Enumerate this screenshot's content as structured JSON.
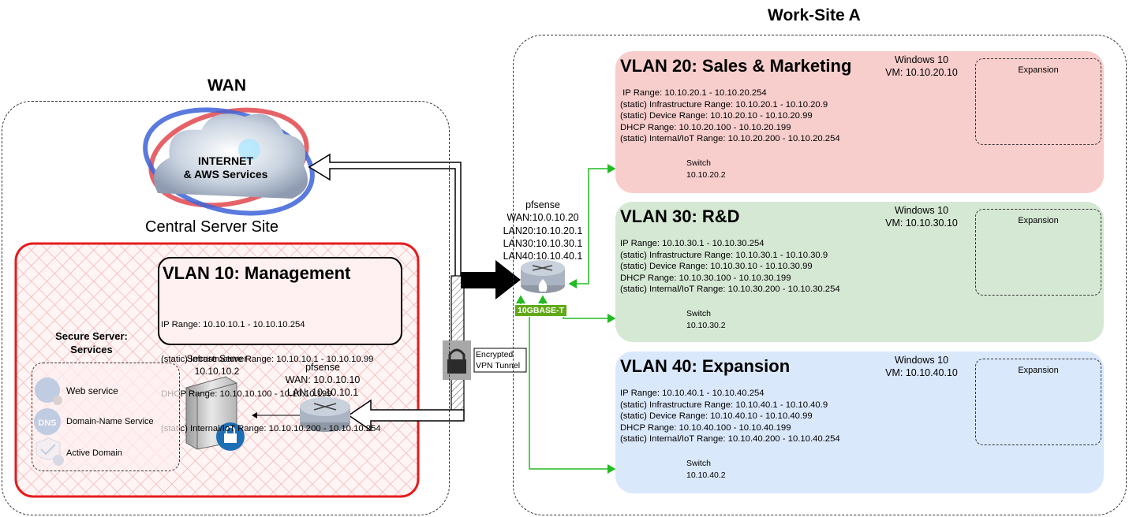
{
  "wan": {
    "title": "WAN",
    "internet_label": "INTERNET\n& AWS Services",
    "central_label": "Central Server Site",
    "vlan10": {
      "title": "VLAN 10: Management",
      "lines": [
        "IP Range: 10.10.10.1 - 10.10.10.254",
        "(static) Infrastructure Range: 10.10.10.1 - 10.10.10.99",
        "DHCP Range: 10.10.10.100 - 10.10.10.199",
        "(static) Internal/IoT Range: 10.10.10.200 - 10.10.10.254"
      ]
    },
    "services": {
      "title": "Secure Server:\nServices",
      "items": [
        "Web service",
        "Domain-Name Service",
        "Active Domain"
      ]
    },
    "secure_server": "Secure Server\n10.10.10.2",
    "pfsense_local": "pfsense\nWAN: 10.0.10.10\nLAN: 10.10.10.1"
  },
  "vpn_label": "Encrypted\nVPN Tunnel",
  "pfsense_main": {
    "label": "pfsense\nWAN:10.0.10.20\nLAN20:10.10.20.1\nLAN30:10.10.30.1\nLAN40:10.10.40.1",
    "badge": "10GBASE-T"
  },
  "worksite": {
    "title": "Work-Site A",
    "vlans": [
      {
        "title": "VLAN 20: Sales & Marketing",
        "lines": [
          " IP Range: 10.10.20.1 - 10.10.20.254",
          "(static) Infrastructure Range: 10.10.20.1 - 10.10.20.9",
          "(static) Device Range: 10.10.20.10 - 10.10.20.99",
          "DHCP Range: 10.10.20.100 - 10.10.20.199",
          "(static) Internal/IoT Range: 10.10.20.200 - 10.10.20.254"
        ],
        "vm": "Windows 10\nVM: 10.10.20.10",
        "switch": "Switch\n10.10.20.2",
        "expansion": "Expansion",
        "color": "#f8cecc"
      },
      {
        "title": "VLAN 30: R&D",
        "lines": [
          "IP Range: 10.10.30.1 - 10.10.30.254",
          "(static) Infrastructure Range: 10.10.30.1 - 10.10.30.9",
          "(static) Device Range: 10.10.30.10 - 10.10.30.99",
          "DHCP Range: 10.10.30.100 - 10.10.30.199",
          "(static) Internal/IoT Range: 10.10.30.200 - 10.10.30.254"
        ],
        "vm": "Windows 10\nVM: 10.10.30.10",
        "switch": "Switch\n10.10.30.2",
        "expansion": "Expansion",
        "color": "#d5e8d4"
      },
      {
        "title": "VLAN 40: Expansion",
        "lines": [
          "IP Range: 10.10.40.1 - 10.10.40.254",
          "(static) Infrastructure Range: 10.10.40.1 - 10.10.40.9",
          "(static) Device Range: 10.10.40.10 - 10.10.40.99",
          "DHCP Range: 10.10.40.100 - 10.10.40.199",
          "(static) Internal/IoT Range: 10.10.40.200 - 10.10.40.254"
        ],
        "vm": "Windows 10\nVM: 10.10.40.10",
        "switch": "Switch\n10.10.40.2",
        "expansion": "Expansion",
        "color": "#dae8fc"
      }
    ]
  },
  "colors": {
    "vlan10_border": "#e51c1c",
    "green_link": "#22bb22",
    "badge_green": "#60a917"
  }
}
